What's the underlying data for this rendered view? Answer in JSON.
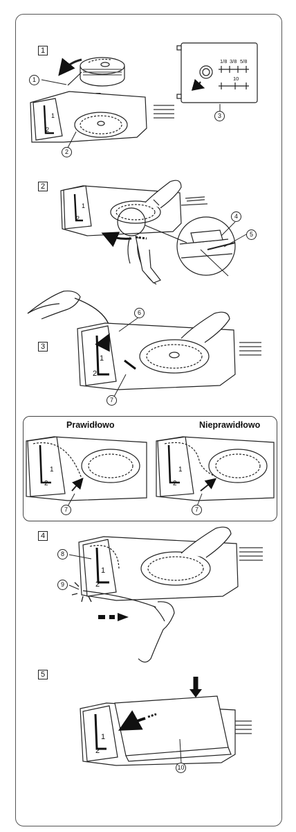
{
  "steps": [
    "1",
    "2",
    "3",
    "4",
    "5"
  ],
  "callouts": [
    "1",
    "2",
    "3",
    "4",
    "5",
    "6",
    "7",
    "7",
    "7",
    "8",
    "9",
    "10"
  ],
  "scale": {
    "fractions": [
      "1/8",
      "3/8",
      "5/8"
    ],
    "number": "10"
  },
  "guide_numbers": {
    "one": "1",
    "two": "2"
  },
  "comparison": {
    "correct_label": "Prawidłowo",
    "incorrect_label": "Nieprawidłowo"
  }
}
